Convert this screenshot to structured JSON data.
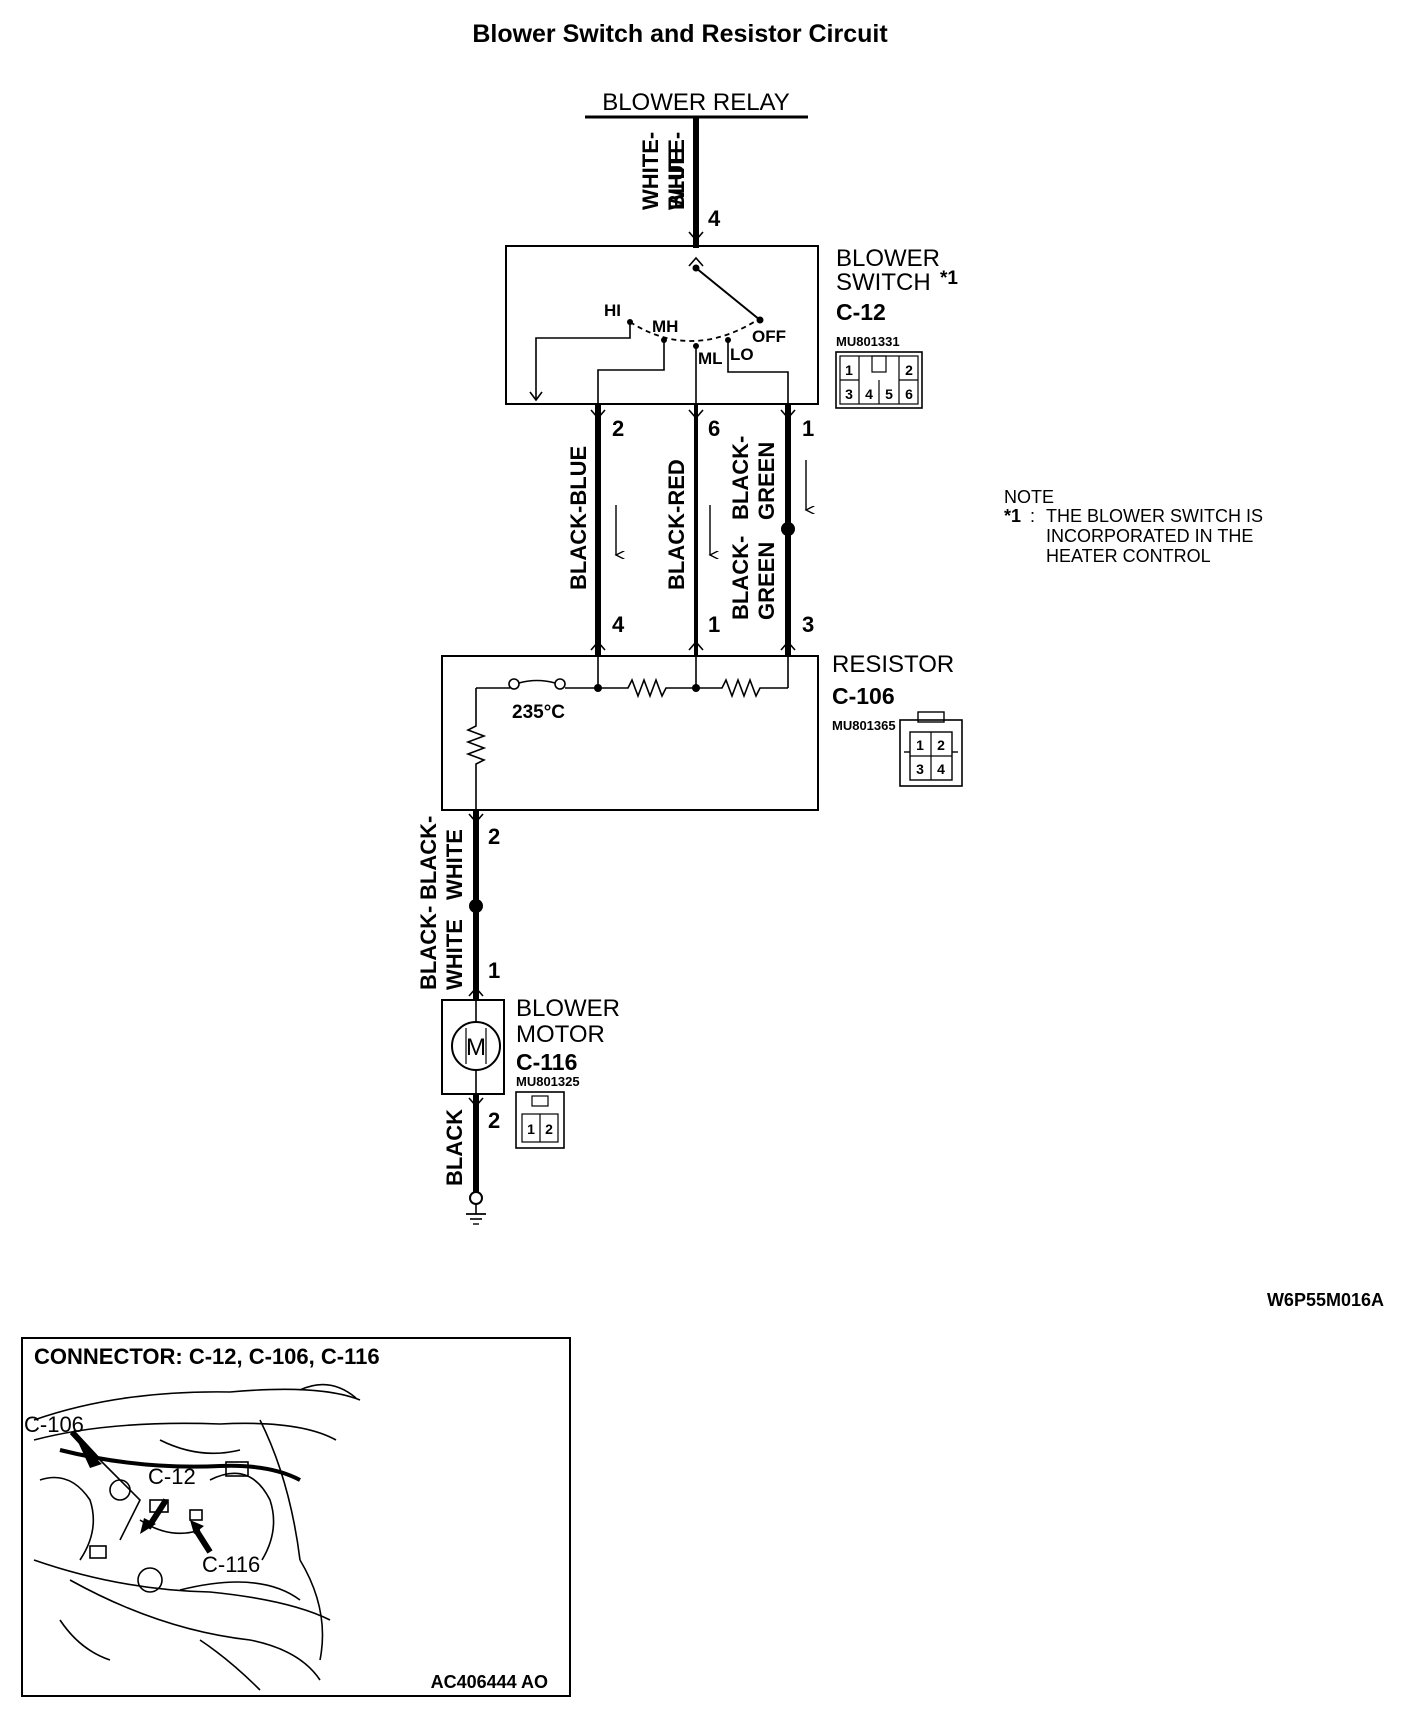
{
  "title": "Blower Switch and Resistor Circuit",
  "blower_relay": {
    "label": "BLOWER RELAY",
    "wire": "WHITE-BLUE",
    "wire_line1": "WHITE-",
    "wire_line2": "BLUE",
    "pin": "4"
  },
  "blower_switch": {
    "name_line1": "BLOWER",
    "name_line2": "SWITCH",
    "note_mark": "*1",
    "connector": "C-12",
    "part_no": "MU801331",
    "cells": [
      "1",
      "2",
      "3",
      "4",
      "5",
      "6"
    ],
    "positions": [
      "HI",
      "MH",
      "ML",
      "LO",
      "OFF"
    ],
    "out_pins": [
      "2",
      "6",
      "1"
    ]
  },
  "wires_mid": [
    {
      "color": "BLACK-BLUE",
      "from_pin": "2",
      "to_pin": "4"
    },
    {
      "color": "BLACK-RED",
      "from_pin": "6",
      "to_pin": "1"
    },
    {
      "color": "BLACK-GREEN",
      "color_line1": "BLACK-",
      "color_line2": "GREEN",
      "from_pin": "1",
      "to_pin": "3"
    }
  ],
  "resistor": {
    "name": "RESISTOR",
    "connector": "C-106",
    "part_no": "MU801365",
    "fuse_label": "235°C",
    "cells": [
      "1",
      "2",
      "3",
      "4"
    ],
    "out_pin": "2"
  },
  "wire_bw": {
    "line1": "BLACK-",
    "line2": "WHITE"
  },
  "blower_motor": {
    "name_line1": "BLOWER",
    "name_line2": "MOTOR",
    "connector": "C-116",
    "part_no": "MU801325",
    "symbol": "M",
    "in_pin": "1",
    "out_pin": "2",
    "cells": [
      "1",
      "2"
    ]
  },
  "ground_wire": "BLACK",
  "note": {
    "heading": "NOTE",
    "mark": "*1",
    "text_line1": "THE BLOWER SWITCH IS",
    "text_line2": "INCORPORATED IN THE",
    "text_line3": "HEATER CONTROL"
  },
  "figure_code": "W6P55M016A",
  "locator": {
    "title": "CONNECTOR: C-12, C-106, C-116",
    "labels": [
      "C-106",
      "C-12",
      "C-116"
    ],
    "code": "AC406444 AO"
  }
}
